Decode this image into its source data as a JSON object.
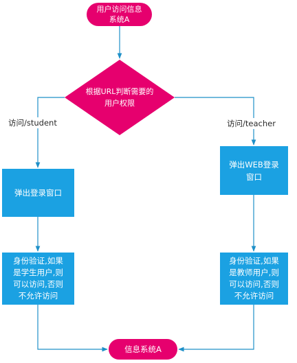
{
  "colors": {
    "magenta": "#e6006e",
    "blue": "#1ba1e2",
    "arrow": "#1e90c8",
    "node_text": "#ffffff",
    "edge_text": "#2a2a2a"
  },
  "nodes": {
    "start": "用户访问信息\n系统A",
    "decision": "根据URL判断需要的\n用户权限",
    "login_student": "弹出登录窗口",
    "login_teacher": "弹出WEB登录\n窗口",
    "verify_student": "身份验证,如果\n是学生用户,则\n可以访问,否则\n不允许访问",
    "verify_teacher": "身份验证,如果\n是教师用户,则\n可以访问,否则\n不允许访问",
    "end": "信息系统A"
  },
  "edges": {
    "left_label": "访问/student",
    "right_label": "访问/teacher"
  }
}
